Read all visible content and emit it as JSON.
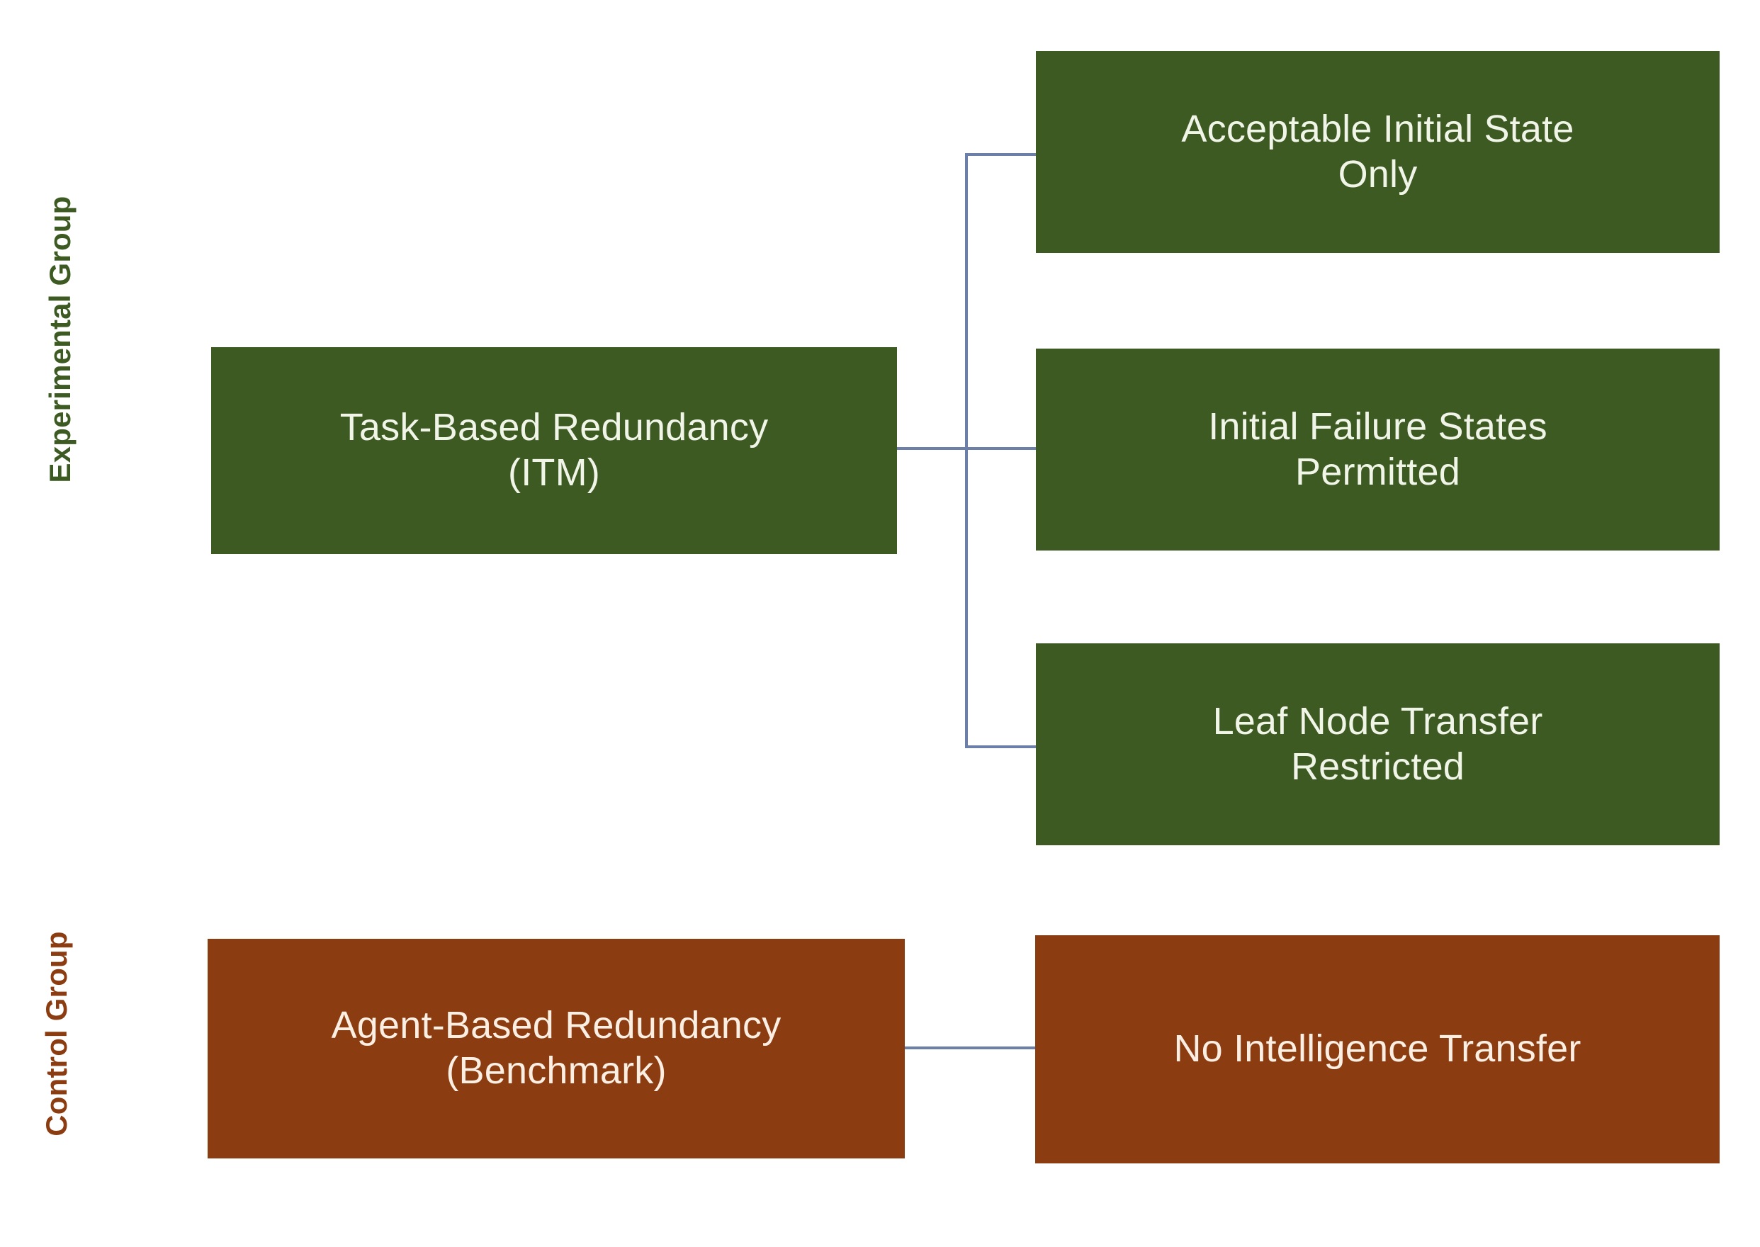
{
  "diagram": {
    "type": "hierarchy-tree",
    "title": "",
    "colors": {
      "experimental_green": "#3D5A23",
      "control_brown": "#8B3C10",
      "connector_blue": "#6B7FA8",
      "background": "#FFFFFF",
      "green_text": "#F1F5E8",
      "brown_text": "#FBEFE4"
    },
    "groups": [
      {
        "id": "experimental",
        "label": "Experimental Group",
        "color": "#3D5A23",
        "parent": {
          "id": "task-based-redundancy",
          "line1": "Task-Based Redundancy",
          "line2": "(ITM)"
        },
        "children": [
          {
            "id": "acceptable-initial-state-only",
            "line1": "Acceptable Initial State",
            "line2": "Only"
          },
          {
            "id": "initial-failure-states-permitted",
            "line1": "Initial Failure States",
            "line2": "Permitted"
          },
          {
            "id": "leaf-node-transfer-restricted",
            "line1": "Leaf Node Transfer",
            "line2": "Restricted"
          }
        ]
      },
      {
        "id": "control",
        "label": "Control Group",
        "color": "#8B3C10",
        "parent": {
          "id": "agent-based-redundancy",
          "line1": "Agent-Based Redundancy",
          "line2": "(Benchmark)"
        },
        "children": [
          {
            "id": "no-intelligence-transfer",
            "line1": "No Intelligence Transfer",
            "line2": ""
          }
        ]
      }
    ]
  }
}
